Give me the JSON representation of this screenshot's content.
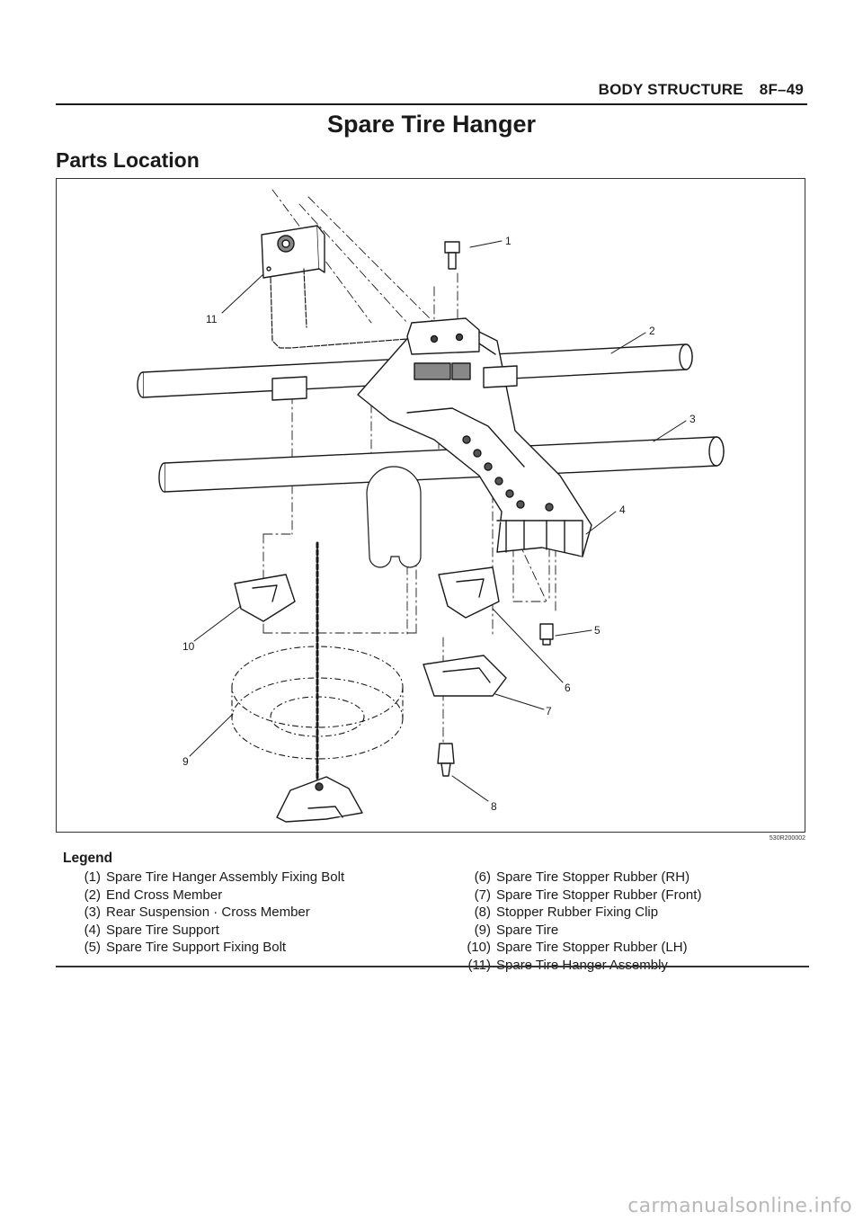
{
  "header": {
    "section": "BODY STRUCTURE",
    "page": "8F–49"
  },
  "title": "Spare Tire Hanger",
  "section_title": "Parts Location",
  "figure": {
    "code": "530R200002",
    "callouts": [
      "1",
      "2",
      "3",
      "4",
      "5",
      "6",
      "7",
      "8",
      "9",
      "10",
      "11"
    ]
  },
  "legend": {
    "heading": "Legend",
    "items": [
      {
        "num": "(1)",
        "label": "Spare Tire Hanger Assembly Fixing Bolt"
      },
      {
        "num": "(2)",
        "label": "End Cross Member"
      },
      {
        "num": "(3)",
        "label": "Rear Suspension · Cross Member"
      },
      {
        "num": "(4)",
        "label": "Spare Tire Support"
      },
      {
        "num": "(5)",
        "label": "Spare Tire Support Fixing Bolt"
      },
      {
        "num": "(6)",
        "label": "Spare Tire Stopper Rubber (RH)"
      },
      {
        "num": "(7)",
        "label": "Spare Tire Stopper Rubber (Front)"
      },
      {
        "num": "(8)",
        "label": "Stopper Rubber Fixing Clip"
      },
      {
        "num": "(9)",
        "label": "Spare Tire"
      },
      {
        "num": "(10)",
        "label": "Spare Tire Stopper Rubber (LH)"
      },
      {
        "num": "(11)",
        "label": "Spare Tire Hanger Assembly"
      }
    ]
  },
  "watermark": "carmanualsonline.info"
}
